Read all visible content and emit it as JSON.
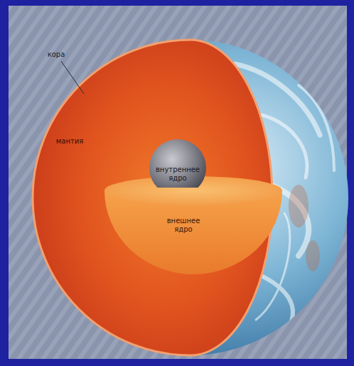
{
  "diagram": {
    "labels": [
      "кора",
      "мантия",
      "внутреннее ядро",
      "внешнее ядро"
    ]
  }
}
